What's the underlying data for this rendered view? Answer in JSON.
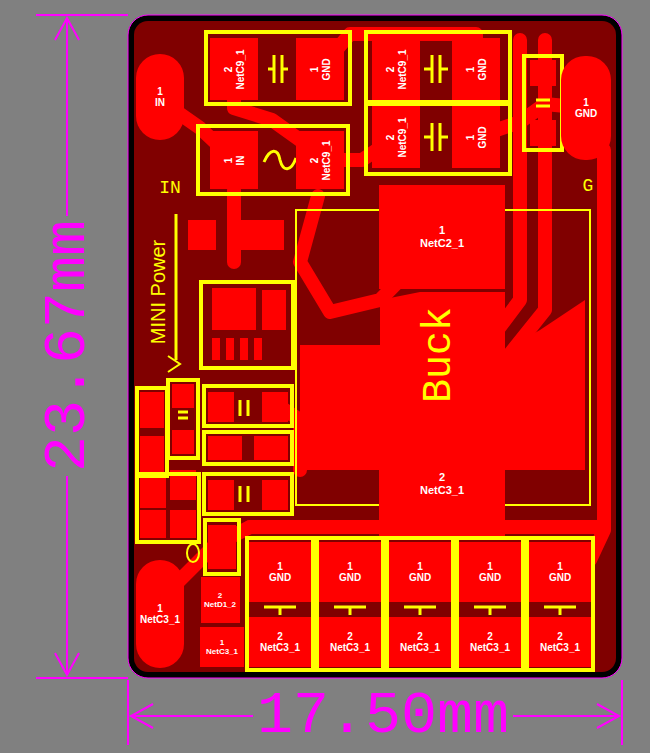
{
  "diagram": {
    "nodes": [
      {
        "text": [
          "1",
          "IN"
        ]
      },
      {
        "text": [
          "2",
          "NetC9_1"
        ]
      },
      {
        "text": [
          "1",
          "GND"
        ]
      },
      {
        "text": [
          "2",
          "NetC9_1"
        ]
      },
      {
        "text": [
          "1",
          "GND"
        ]
      },
      {
        "text": [
          "1",
          "GND"
        ]
      },
      {
        "text": [
          "2",
          "NetC9_1"
        ]
      },
      {
        "text": [
          "1",
          "GND"
        ]
      },
      {
        "text": [
          "1",
          "IN"
        ]
      },
      {
        "text": [
          "2",
          "NetC9_1"
        ]
      },
      {
        "text": [
          "1",
          "NetC2_1"
        ]
      },
      {
        "text": [
          "2",
          "NetC3_1"
        ]
      },
      {
        "text": [
          "1",
          "GND"
        ]
      },
      {
        "text": [
          "1",
          "GND"
        ]
      },
      {
        "text": [
          "1",
          "GND"
        ]
      },
      {
        "text": [
          "1",
          "GND"
        ]
      },
      {
        "text": [
          "1",
          "GND"
        ]
      },
      {
        "text": [
          "1",
          "NetC3_1"
        ]
      },
      {
        "text": [
          "2",
          "NetD1_2"
        ]
      },
      {
        "text": [
          "2",
          "NetC3_1"
        ]
      },
      {
        "text": [
          "2",
          "NetC3_1"
        ]
      },
      {
        "text": [
          "2",
          "NetC3_1"
        ]
      },
      {
        "text": [
          "2",
          "NetC3_1"
        ]
      },
      {
        "text": [
          "2",
          "NetC3_1"
        ]
      },
      {
        "text": [
          "1",
          "NetC3_1"
        ]
      }
    ],
    "labels": [
      "IN",
      "G",
      "MINI Power",
      "Buck",
      "23.67mm",
      "17.50mm"
    ]
  }
}
